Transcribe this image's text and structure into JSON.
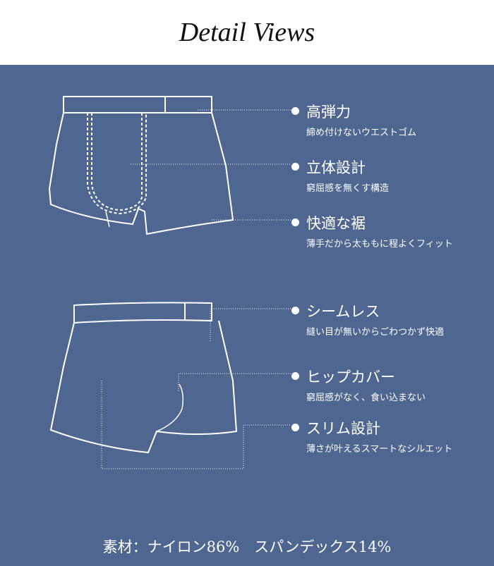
{
  "title": "Detail Views",
  "colors": {
    "panel": "#4f6690",
    "line": "#ffffff"
  },
  "features": [
    {
      "heading": "高弾力",
      "sub": "締め付けないウエストゴム"
    },
    {
      "heading": "立体設計",
      "sub": "窮屈感を無くす構造"
    },
    {
      "heading": "快適な裾",
      "sub": "薄手だから太ももに程よくフィット"
    },
    {
      "heading": "シームレス",
      "sub": "縫い目が無いからごわつかず快適"
    },
    {
      "heading": "ヒップカバー",
      "sub": "窮屈感がなく、食い込まない"
    },
    {
      "heading": "スリム設計",
      "sub": "薄さが叶えるスマートなシルエット"
    }
  ],
  "material": "素材：ナイロン86%　スパンデックス14%"
}
